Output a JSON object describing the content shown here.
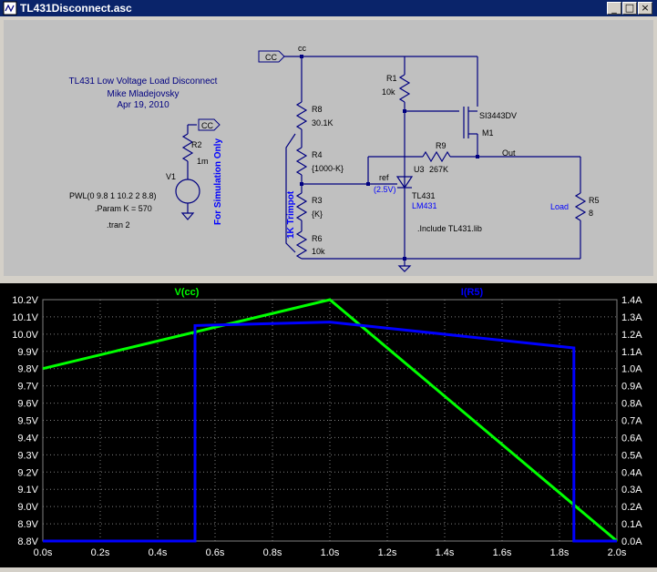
{
  "window": {
    "title": "TL431Disconnect.asc",
    "min_glyph": "_",
    "max_glyph": "□",
    "close_glyph": "×"
  },
  "schematic": {
    "heading": [
      "TL431 Low Voltage Load Disconnect",
      "Mike Mladejovsky",
      "Apr 19, 2010"
    ],
    "net_cc": "CC",
    "net_cc_small": "cc",
    "net_out": "Out",
    "r2": {
      "name": "R2",
      "value": "1m"
    },
    "v1": {
      "name": "V1",
      "value": "PWL(0 9.8 1 10.2 2 8.8)"
    },
    "param": ".Param K = 570",
    "tran": ".tran 2",
    "sim_only": "For Simulation Only",
    "trimpot": "1K Trimpot",
    "r8": {
      "name": "R8",
      "value": "30.1K"
    },
    "r4": {
      "name": "R4",
      "value": "{1000-K}"
    },
    "r3": {
      "name": "R3",
      "value": "{K}"
    },
    "r6": {
      "name": "R6",
      "value": "10k"
    },
    "r1": {
      "name": "R1",
      "value": "10k"
    },
    "m1": {
      "part": "SI3443DV",
      "name": "M1"
    },
    "r9": {
      "name": "R9",
      "value": "267K"
    },
    "u3": {
      "name": "U3",
      "part1": "TL431",
      "part2": "LM431",
      "ref": "ref",
      "ref_v": "(2.5V)"
    },
    "r5": {
      "name": "R5",
      "value": "8",
      "label": "Load"
    },
    "include": ".Include TL431.lib"
  },
  "colors": {
    "title_bg": "#0a246a",
    "schematic_bg": "#c0c0c0",
    "wire": "#000080",
    "annot": "#0000ff",
    "trace_vcc": "#00ff00",
    "trace_ir5": "#0000ff",
    "plot_bg": "#000000",
    "grid": "#808080"
  },
  "chart_data": {
    "type": "line",
    "title": "",
    "x_ticks": [
      "0.0s",
      "0.2s",
      "0.4s",
      "0.6s",
      "0.8s",
      "1.0s",
      "1.2s",
      "1.4s",
      "1.6s",
      "1.8s",
      "2.0s"
    ],
    "y_left_ticks": [
      "8.8V",
      "8.9V",
      "9.0V",
      "9.1V",
      "9.2V",
      "9.3V",
      "9.4V",
      "9.5V",
      "9.6V",
      "9.7V",
      "9.8V",
      "9.9V",
      "10.0V",
      "10.1V",
      "10.2V"
    ],
    "y_right_ticks": [
      "0.0A",
      "0.1A",
      "0.2A",
      "0.3A",
      "0.4A",
      "0.5A",
      "0.6A",
      "0.7A",
      "0.8A",
      "0.9A",
      "1.0A",
      "1.1A",
      "1.2A",
      "1.3A",
      "1.4A"
    ],
    "xlim": [
      0,
      2.0
    ],
    "ylim_left": [
      8.8,
      10.2
    ],
    "ylim_right": [
      0,
      1.4
    ],
    "grid": true,
    "series": [
      {
        "name": "V(cc)",
        "axis": "left",
        "color": "#00ff00",
        "x": [
          0,
          1.0,
          2.0
        ],
        "y": [
          9.8,
          10.2,
          8.8
        ]
      },
      {
        "name": "I(R5)",
        "axis": "right",
        "color": "#0000ff",
        "x": [
          0,
          0.53,
          0.53,
          1.0,
          1.85,
          1.85,
          2.0
        ],
        "y": [
          0,
          0,
          1.25,
          1.27,
          1.12,
          0,
          0
        ]
      }
    ]
  }
}
